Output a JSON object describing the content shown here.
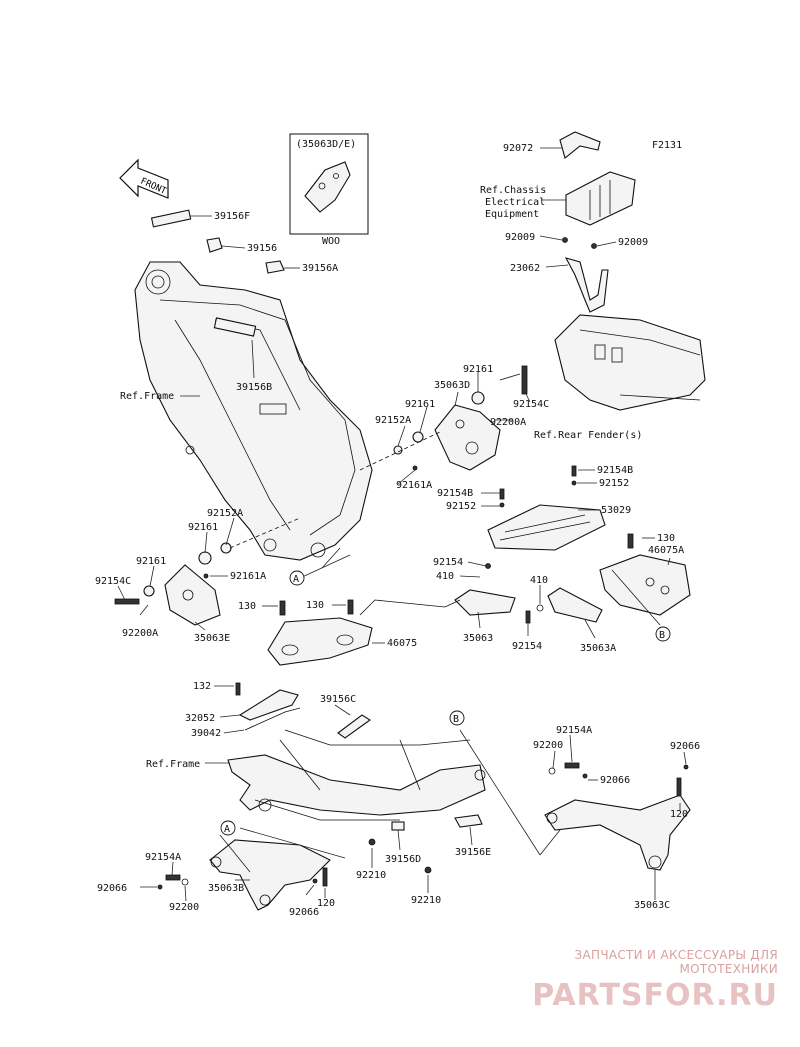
{
  "diagram_code": "F2131",
  "front_label": "FRONT",
  "inset": {
    "title": "(35063D/E)",
    "caption": "WOO"
  },
  "refs": {
    "frame_1": "Ref.Frame",
    "frame_2": "Ref.Frame",
    "rear_fender": "Ref.Rear Fender(s)",
    "chassis_line1": "Ref.Chassis",
    "chassis_line2": "Electrical",
    "chassis_line3": "Equipment"
  },
  "callouts": {
    "c_39156F": "39156F",
    "c_39156": "39156",
    "c_39156A": "39156A",
    "c_39156B": "39156B",
    "c_92072": "92072",
    "c_92009_l": "92009",
    "c_92009_r": "92009",
    "c_23062": "23062",
    "c_92161_top": "92161",
    "c_35063D": "35063D",
    "c_92161_mid": "92161",
    "c_92154C_r": "92154C",
    "c_92152A_r": "92152A",
    "c_92200A_r": "92200A",
    "c_92161A_r": "92161A",
    "c_92154B_1": "92154B",
    "c_92152_1": "92152",
    "c_92154B_2": "92154B",
    "c_92152_2": "92152",
    "c_53029": "53029",
    "c_92152A_l": "92152A",
    "c_92161_l": "92161",
    "c_92161A_l": "92161A",
    "c_92161_l2": "92161",
    "c_92154C_l": "92154C",
    "c_92200A_l": "92200A",
    "c_35063E": "35063E",
    "c_92154": "92154",
    "c_410_l": "410",
    "c_410_r": "410",
    "c_130_r": "130",
    "c_46075A": "46075A",
    "c_35063": "35063",
    "c_92154_b": "92154",
    "c_35063A": "35063A",
    "c_130_a": "130",
    "c_130_b": "130",
    "c_46075": "46075",
    "c_132": "132",
    "c_39156C": "39156C",
    "c_32052": "32052",
    "c_39042": "39042",
    "c_92154A_r": "92154A",
    "c_92200_r": "92200",
    "c_92066_r1": "92066",
    "c_92066_r2": "92066",
    "c_120_r": "120",
    "c_35063C": "35063C",
    "c_92210_a": "92210",
    "c_39156D": "39156D",
    "c_39156E": "39156E",
    "c_92210_b": "92210",
    "c_92154A_l": "92154A",
    "c_35063B": "35063B",
    "c_92066_l": "92066",
    "c_92200_l": "92200",
    "c_92066_b": "92066",
    "c_120_b": "120"
  },
  "markers": {
    "a1": "A",
    "a2": "A",
    "b1": "B",
    "b2": "B"
  },
  "watermark": {
    "top": "ЗАПЧАСТИ И АКСЕССУАРЫ ДЛЯ МОТОТЕХНИКИ",
    "main": "PARTSFOR.RU"
  }
}
